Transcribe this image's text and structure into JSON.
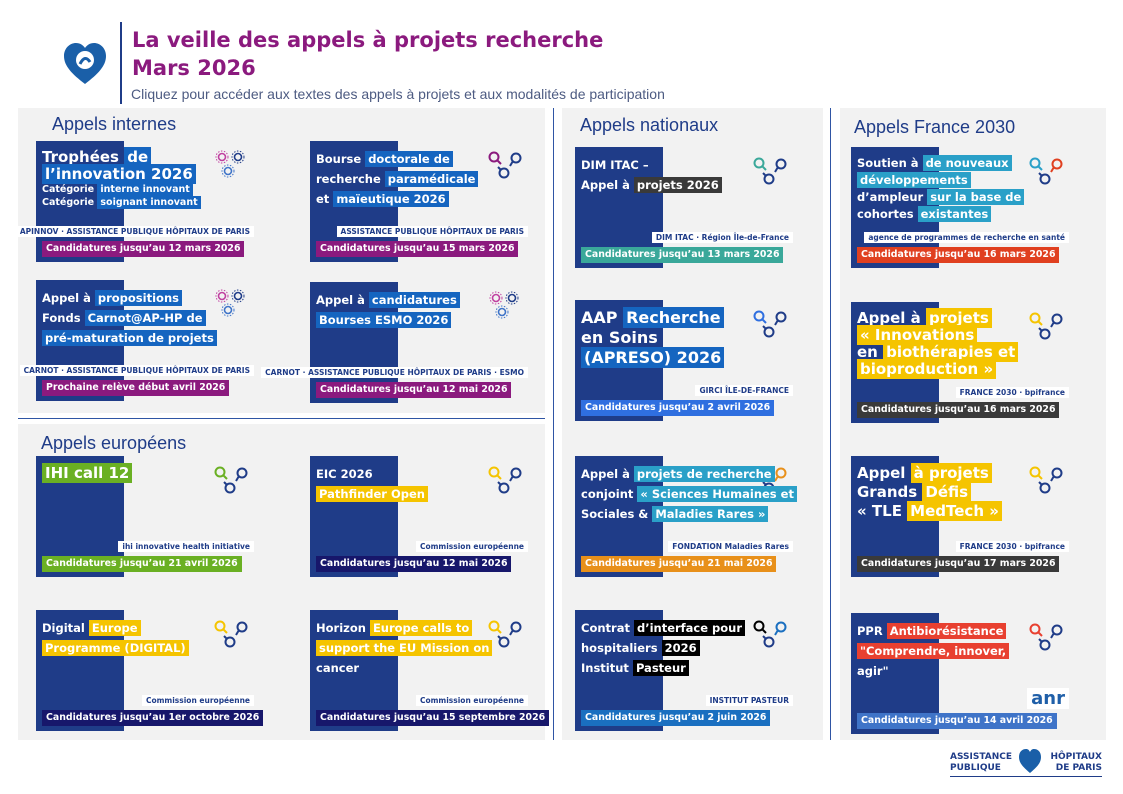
{
  "header": {
    "title": "La veille des appels à projets recherche",
    "subtitle": "Mars 2026",
    "instructions": "Cliquez pour accéder aux textes des appels à projets et aux modalités de participation",
    "title_color": "#8b1a7e"
  },
  "footer": {
    "logo_left": "ASSISTANCE\nPUBLIQUE",
    "logo_right": "HÔPITAUX\nDE PARIS"
  },
  "sections": [
    {
      "id": "internes",
      "title": "Appels internes",
      "cards": [
        {
          "title": [
            [
              {
                "t": "Trophées "
              },
              {
                "t": "de",
                "h": 1
              }
            ],
            [
              {
                "t": "l’innovation 2026",
                "h": 1
              }
            ],
            [
              {
                "t": "Catégorie ",
                "s": 1
              },
              {
                "t": "interne innovant",
                "h": 1,
                "s": 1
              }
            ],
            [
              {
                "t": "Catégorie ",
                "s": 1
              },
              {
                "t": "soignant innovant",
                "h": 1,
                "s": 1
              }
            ]
          ],
          "hl": "#1565c0",
          "date": "Candidatures jusqu’au 12 mars 2026",
          "date_bg": "#8b1a7e",
          "logo": "APINNOV · ASSISTANCE PUBLIQUE HÔPITAUX DE PARIS",
          "icon": "virus"
        },
        {
          "title": [
            [
              {
                "t": "Bourse "
              },
              {
                "t": "doctorale de",
                "h": 1
              }
            ],
            [
              {
                "t": "recherche "
              },
              {
                "t": "paramédicale",
                "h": 1
              }
            ],
            [
              {
                "t": "et "
              },
              {
                "t": "maïeutique 2026",
                "h": 1
              }
            ]
          ],
          "hl": "#1565c0",
          "date": "Candidatures jusqu’au 15 mars 2026",
          "date_bg": "#8b1a7e",
          "logo": "ASSISTANCE PUBLIQUE HÔPITAUX DE PARIS",
          "icon": "magnifier"
        },
        {
          "title": [
            [
              {
                "t": "Appel à "
              },
              {
                "t": "propositions",
                "h": 1
              }
            ],
            [
              {
                "t": "Fonds "
              },
              {
                "t": "Carnot@AP-HP de",
                "h": 1
              }
            ],
            [
              {
                "t": "pré-maturation de projets",
                "h": 1
              }
            ]
          ],
          "hl": "#1565c0",
          "date": "Prochaine relève début avril 2026",
          "date_bg": "#8b1a7e",
          "logo": "CARNOT · ASSISTANCE PUBLIQUE HÔPITAUX DE PARIS",
          "icon": "virus"
        },
        {
          "title": [
            [
              {
                "t": "Appel à "
              },
              {
                "t": "candidatures",
                "h": 1
              }
            ],
            [
              {
                "t": "Bourses ESMO 2026",
                "h": 1
              }
            ]
          ],
          "hl": "#1565c0",
          "date": "Candidatures jusqu’au 12 mai 2026",
          "date_bg": "#8b1a7e",
          "logo": "CARNOT · ASSISTANCE PUBLIQUE HÔPITAUX DE PARIS · ESMO",
          "icon": "virus"
        }
      ]
    },
    {
      "id": "europeens",
      "title": "Appels européens",
      "cards": [
        {
          "title": [
            [
              {
                "t": "IHI call 12",
                "h": 1
              }
            ]
          ],
          "hl": "#6ab023",
          "date": "Candidatures jusqu’au 21 avril 2026",
          "date_bg": "#6ab023",
          "logo": "ihi innovative health initiative",
          "icon": "magnifier"
        },
        {
          "title": [
            [
              {
                "t": "EIC 2026"
              }
            ],
            [
              {
                "t": "Pathfinder Open",
                "h": 1
              }
            ]
          ],
          "hl": "#f5c400",
          "date": "Candidatures jusqu’au 12 mai 2026",
          "date_bg": "#17176b",
          "logo": "Commission européenne",
          "icon": "magnifier"
        },
        {
          "title": [
            [
              {
                "t": "Digital "
              },
              {
                "t": "Europe",
                "h": 1
              }
            ],
            [
              {
                "t": "Programme (DIGITAL)",
                "h": 1
              }
            ]
          ],
          "hl": "#f5c400",
          "date": "Candidatures jusqu’au 1er octobre 2026",
          "date_bg": "#17176b",
          "logo": "Commission européenne",
          "icon": "magnifier"
        },
        {
          "title": [
            [
              {
                "t": "Horizon "
              },
              {
                "t": "Europe calls to",
                "h": 1
              }
            ],
            [
              {
                "t": "support the EU Mission on",
                "h": 1
              }
            ],
            [
              {
                "t": "cancer"
              }
            ]
          ],
          "hl": "#f5c400",
          "date": "Candidatures jusqu’au 15 septembre 2026",
          "date_bg": "#17176b",
          "logo": "Commission européenne",
          "icon": "magnifier"
        }
      ]
    },
    {
      "id": "nationaux",
      "title": "Appels nationaux",
      "cards": [
        {
          "title": [
            [
              {
                "t": "DIM ITAC –"
              }
            ],
            [
              {
                "t": "Appel à "
              },
              {
                "t": "projets 2026",
                "h": 1
              }
            ]
          ],
          "hl": "#3a3a3a",
          "date": "Candidatures jusqu’au 13 mars 2026",
          "date_bg": "#3aa89a",
          "logo": "DIM ITAC · Région Île-de-France",
          "icon": "magnifier"
        },
        {
          "title": [
            [
              {
                "t": "AAP "
              },
              {
                "t": "Recherche",
                "h": 1
              }
            ],
            [
              {
                "t": "en Soins"
              }
            ],
            [
              {
                "t": "(APRESO) 2026",
                "h": 1
              }
            ]
          ],
          "hl": "#1565c0",
          "date": "Candidatures jusqu’au 2 avril 2026",
          "date_bg": "#2f6fe0",
          "logo": "GIRCI ÎLE-DE-FRANCE",
          "icon": "magnifier"
        },
        {
          "title": [
            [
              {
                "t": "Appel à "
              },
              {
                "t": "projets de recherche",
                "h": 1
              }
            ],
            [
              {
                "t": "conjoint "
              },
              {
                "t": "« Sciences Humaines et",
                "h": 1
              }
            ],
            [
              {
                "t": "Sociales & "
              },
              {
                "t": "Maladies Rares »",
                "h": 1
              }
            ]
          ],
          "hl": "#2aa0c8",
          "date": "Candidatures jusqu’au 21 mai 2026",
          "date_bg": "#e8901a",
          "logo": "FONDATION Maladies Rares",
          "icon": "magnifier"
        },
        {
          "title": [
            [
              {
                "t": "Contrat "
              },
              {
                "t": "d’interface pour",
                "h": 1
              }
            ],
            [
              {
                "t": "hospitaliers "
              },
              {
                "t": "2026",
                "h": 1
              }
            ],
            [
              {
                "t": "Institut "
              },
              {
                "t": "Pasteur",
                "h": 1
              }
            ]
          ],
          "hl": "#000000",
          "date": "Candidatures jusqu’au 2 juin 2026",
          "date_bg": "#1a6fc0",
          "logo": "INSTITUT PASTEUR",
          "icon": "magnifier"
        }
      ]
    },
    {
      "id": "france2030",
      "title": "Appels France 2030",
      "cards": [
        {
          "title": [
            [
              {
                "t": "Soutien à "
              },
              {
                "t": "de nouveaux",
                "h": 1
              }
            ],
            [
              {
                "t": "développements",
                "h": 1
              }
            ],
            [
              {
                "t": "d’ampleur "
              },
              {
                "t": "sur la base de",
                "h": 1
              }
            ],
            [
              {
                "t": "cohortes "
              },
              {
                "t": "existantes",
                "h": 1
              }
            ]
          ],
          "hl": "#2aa0c8",
          "date": "Candidatures jusqu’au 16 mars 2026",
          "date_bg": "#e04020",
          "logo": "agence de programmes de recherche en santé",
          "icon": "magnifier"
        },
        {
          "title": [
            [
              {
                "t": "Appel à "
              },
              {
                "t": "projets",
                "h": 1
              }
            ],
            [
              {
                "t": "« Innovations",
                "h": 1
              }
            ],
            [
              {
                "t": " en "
              },
              {
                "t": "biothérapies et",
                "h": 1
              }
            ],
            [
              {
                "t": "bioproduction »",
                "h": 1
              }
            ]
          ],
          "hl": "#f5c400",
          "date": "Candidatures jusqu’au 16 mars 2026",
          "date_bg": "#3a3a3a",
          "logo": "FRANCE 2030 · bpifrance",
          "icon": "magnifier"
        },
        {
          "title": [
            [
              {
                "t": "Appel "
              },
              {
                "t": "à projets",
                "h": 1
              }
            ],
            [
              {
                "t": "Grands "
              },
              {
                "t": "Défis",
                "h": 1
              }
            ],
            [
              {
                "t": "« TLE "
              },
              {
                "t": "MedTech »",
                "h": 1
              }
            ]
          ],
          "hl": "#f5c400",
          "date": "Candidatures jusqu’au 17 mars 2026",
          "date_bg": "#3a3a3a",
          "logo": "FRANCE 2030 · bpifrance",
          "icon": "magnifier"
        },
        {
          "title": [
            [
              {
                "t": "PPR "
              },
              {
                "t": "Antibiorésistance",
                "h": 1
              }
            ],
            [
              {
                "t": "\"Comprendre, innover,",
                "h": 1
              }
            ],
            [
              {
                "t": "agir\""
              }
            ]
          ],
          "hl": "#e84030",
          "date": "Candidatures jusqu’au 14 avril 2026",
          "date_bg": "#3f74c8",
          "logo": "anr",
          "icon": "magnifier"
        }
      ]
    }
  ]
}
